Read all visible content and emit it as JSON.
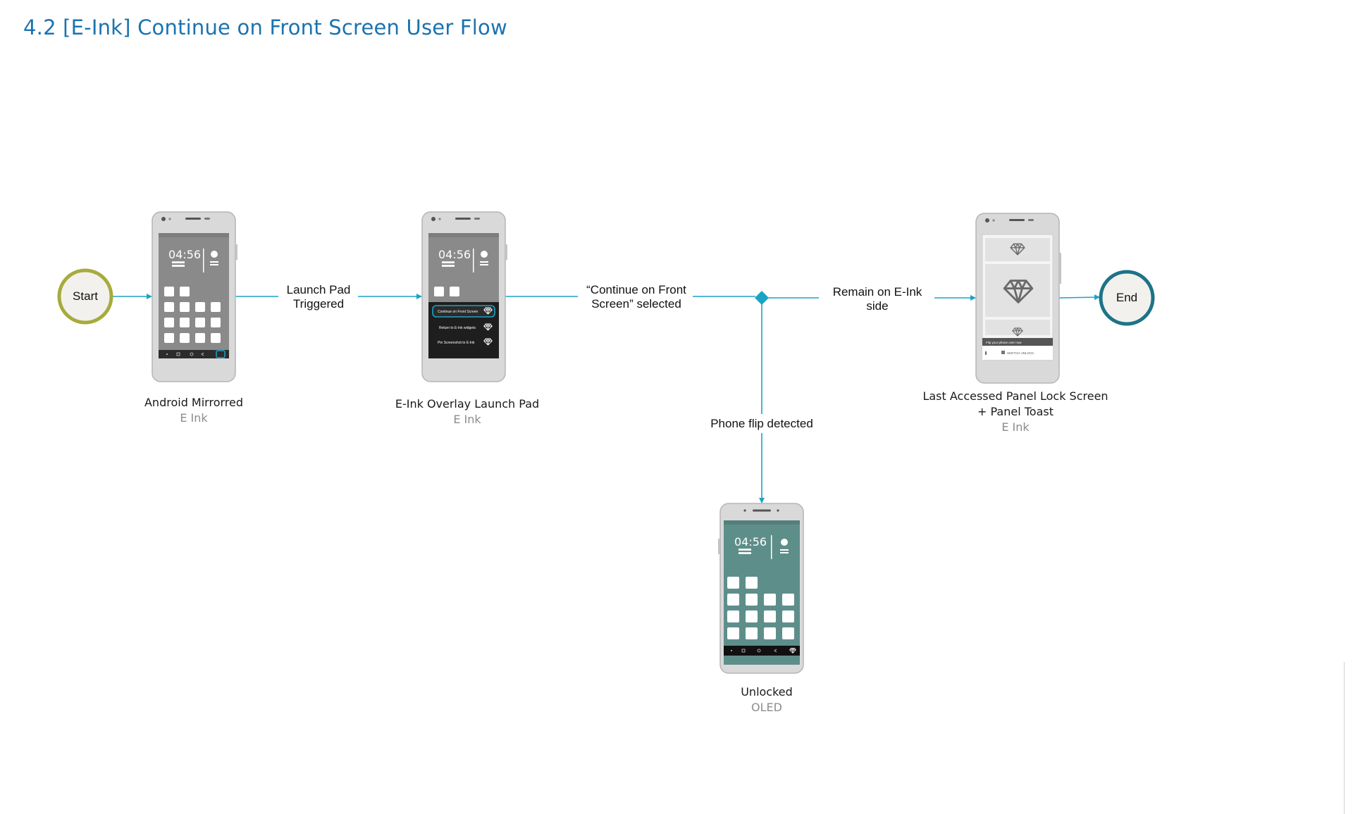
{
  "page": {
    "title": "4.2  [E-Ink] Continue on Front Screen User Flow"
  },
  "colors": {
    "title": "#1a73b0",
    "connector": "#1ba3c6",
    "start_ring": "#a6ab3c",
    "end_ring": "#1d7387",
    "node_fill": "#f2f1ee",
    "phone_body": "#d9d9d9",
    "eink_screen": "#8a8a8a",
    "oled_screen": "#5e8e8a"
  },
  "nodes": {
    "start": {
      "label": "Start"
    },
    "end": {
      "label": "End"
    }
  },
  "edges": {
    "launch_pad": {
      "line1": "Launch Pad",
      "line2": "Triggered"
    },
    "continue_selected": {
      "line1": "“Continue on Front",
      "line2": "Screen” selected"
    },
    "remain_eink": {
      "line1": "Remain on E-Ink",
      "line2": "side"
    },
    "phone_flip": {
      "label": "Phone flip detected"
    }
  },
  "screens": {
    "android_mirrored": {
      "title": "Android Mirrorred",
      "subtitle": "E Ink",
      "clock": "04:56"
    },
    "overlay_launch_pad": {
      "title": "E-Ink Overlay Launch Pad",
      "subtitle": "E Ink",
      "clock": "04:56",
      "menu": [
        "Continue on Front Screen",
        "Return to E-Ink widgets",
        "Pin Screenshot to E-Ink"
      ]
    },
    "last_accessed": {
      "title_line1": "Last Accessed Panel Lock Screen",
      "title_line2": "+ Panel Toast",
      "subtitle": "E Ink",
      "toast_text": "Flip your phone over now",
      "toast_action": "SKETCH UNLOCK"
    },
    "unlocked": {
      "title": "Unlocked",
      "subtitle": "OLED",
      "clock": "04:56"
    }
  }
}
